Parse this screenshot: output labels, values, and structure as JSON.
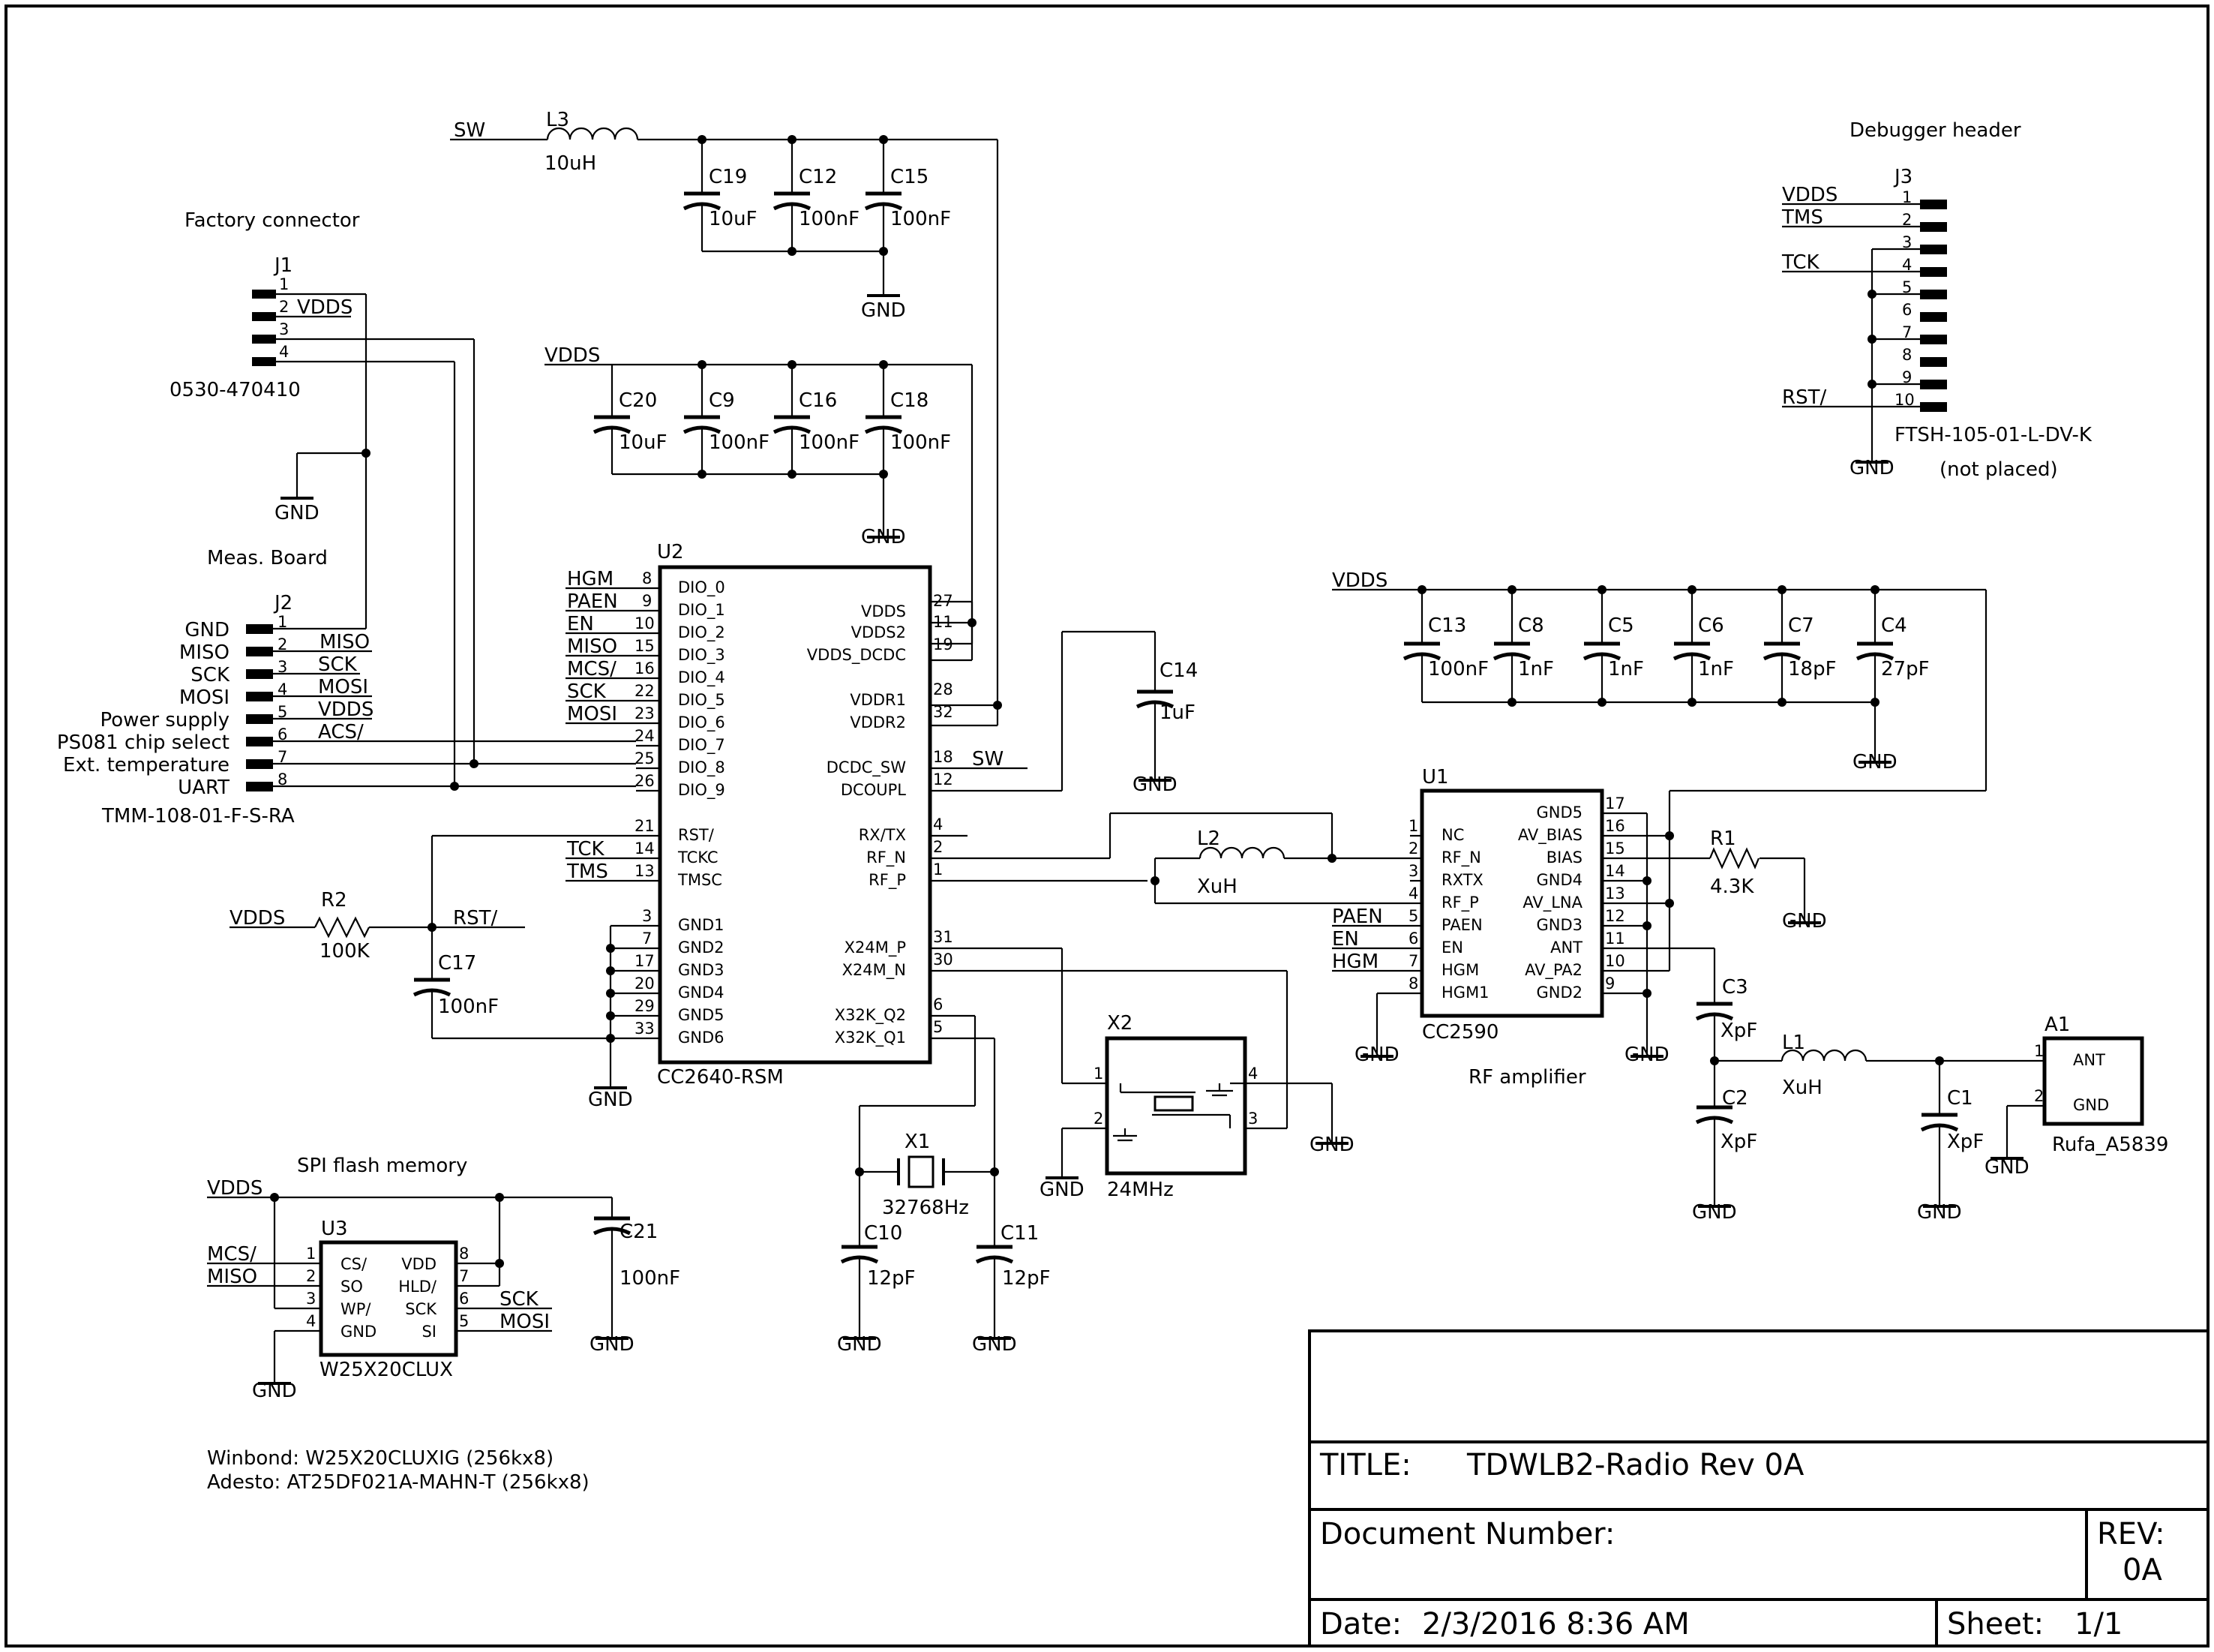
{
  "annotations": {
    "factory_connector": "Factory connector",
    "meas_board": "Meas. Board",
    "debugger_header": "Debugger header",
    "spi_flash": "SPI flash memory",
    "rf_amplifier": "RF amplifier",
    "winbond": "Winbond: W25X20CLUXIG (256kx8)",
    "adesto": "Adesto: AT25DF021A-MAHN-T (256kx8)",
    "not_placed": "(not placed)"
  },
  "nets": {
    "vdds": "VDDS",
    "gnd": "GND",
    "sw": "SW",
    "rst": "RST/",
    "hgm": "HGM",
    "paen": "PAEN",
    "en": "EN",
    "miso": "MISO",
    "mosi": "MOSI",
    "mcs": "MCS/",
    "sck": "SCK",
    "tck": "TCK",
    "tms": "TMS",
    "acs": "ACS/"
  },
  "parts": {
    "L3": {
      "ref": "L3",
      "value": "10uH"
    },
    "C19": {
      "ref": "C19",
      "value": "10uF"
    },
    "C12": {
      "ref": "C12",
      "value": "100nF"
    },
    "C15": {
      "ref": "C15",
      "value": "100nF"
    },
    "C20": {
      "ref": "C20",
      "value": "10uF"
    },
    "C9": {
      "ref": "C9",
      "value": "100nF"
    },
    "C16": {
      "ref": "C16",
      "value": "100nF"
    },
    "C18": {
      "ref": "C18",
      "value": "100nF"
    },
    "C14": {
      "ref": "C14",
      "value": "1uF"
    },
    "C13": {
      "ref": "C13",
      "value": "100nF"
    },
    "C8": {
      "ref": "C8",
      "value": "1nF"
    },
    "C5": {
      "ref": "C5",
      "value": "1nF"
    },
    "C6": {
      "ref": "C6",
      "value": "1nF"
    },
    "C7": {
      "ref": "C7",
      "value": "18pF"
    },
    "C4": {
      "ref": "C4",
      "value": "27pF"
    },
    "C17": {
      "ref": "C17",
      "value": "100nF"
    },
    "R2": {
      "ref": "R2",
      "value": "100K"
    },
    "R1": {
      "ref": "R1",
      "value": "4.3K"
    },
    "L2": {
      "ref": "L2",
      "value": "XuH"
    },
    "L1": {
      "ref": "L1",
      "value": "XuH"
    },
    "C3": {
      "ref": "C3",
      "value": "XpF"
    },
    "C2": {
      "ref": "C2",
      "value": "XpF"
    },
    "C1": {
      "ref": "C1",
      "value": "XpF"
    },
    "X1": {
      "ref": "X1",
      "value": "32768Hz"
    },
    "X2": {
      "ref": "X2",
      "value": "24MHz"
    },
    "C10": {
      "ref": "C10",
      "value": "12pF"
    },
    "C11": {
      "ref": "C11",
      "value": "12pF"
    },
    "C21": {
      "ref": "C21",
      "value": "100nF"
    },
    "J1": {
      "ref": "J1",
      "value": "0530-470410"
    },
    "J2": {
      "ref": "J2",
      "value": "TMM-108-01-F-S-RA"
    },
    "J3": {
      "ref": "J3",
      "value": "FTSH-105-01-L-DV-K"
    },
    "U2": {
      "ref": "U2",
      "value": "CC2640-RSM"
    },
    "U1": {
      "ref": "U1",
      "value": "CC2590"
    },
    "U3": {
      "ref": "U3",
      "value": "W25X20CLUX"
    },
    "A1": {
      "ref": "A1",
      "value": "Rufa_A5839"
    }
  },
  "j2_labels": [
    "GND",
    "MISO",
    "SCK",
    "MOSI",
    "Power supply",
    "PS081 chip select",
    "Ext. temperature",
    "UART"
  ],
  "u2": {
    "left_pins": [
      "DIO_0",
      "DIO_1",
      "DIO_2",
      "DIO_3",
      "DIO_4",
      "DIO_5",
      "DIO_6",
      "DIO_7",
      "DIO_8",
      "DIO_9",
      "RST/",
      "TCKC",
      "TMSC",
      "GND1",
      "GND2",
      "GND3",
      "GND4",
      "GND5",
      "GND6"
    ],
    "right_pins": [
      "VDDS",
      "VDDS2",
      "VDDS_DCDC",
      "VDDR1",
      "VDDR2",
      "DCDC_SW",
      "DCOUPL",
      "RX/TX",
      "RF_N",
      "RF_P",
      "X24M_P",
      "X24M_N",
      "X32K_Q2",
      "X32K_Q1"
    ]
  },
  "u1": {
    "left_pins": [
      "NC",
      "RF_N",
      "RXTX",
      "RF_P",
      "PAEN",
      "EN",
      "HGM",
      "HGM1"
    ],
    "right_pins": [
      "GND5",
      "AV_BIAS",
      "BIAS",
      "GND4",
      "AV_LNA",
      "GND3",
      "ANT",
      "AV_PA2",
      "GND2"
    ]
  },
  "u3": {
    "left_pins": [
      "CS/",
      "SO",
      "WP/",
      "GND"
    ],
    "right_pins": [
      "VDD",
      "HLD/",
      "SCK",
      "SI"
    ]
  },
  "a1_pins": [
    "ANT",
    "GND"
  ],
  "title_block": {
    "title_label": "TITLE:",
    "title": "TDWLB2-Radio Rev 0A",
    "docnum_label": "Document Number:",
    "rev_label": "REV:",
    "rev": "0A",
    "date_label": "Date:",
    "date": "2/3/2016 8:36 AM",
    "sheet_label": "Sheet:",
    "sheet": "1/1"
  }
}
